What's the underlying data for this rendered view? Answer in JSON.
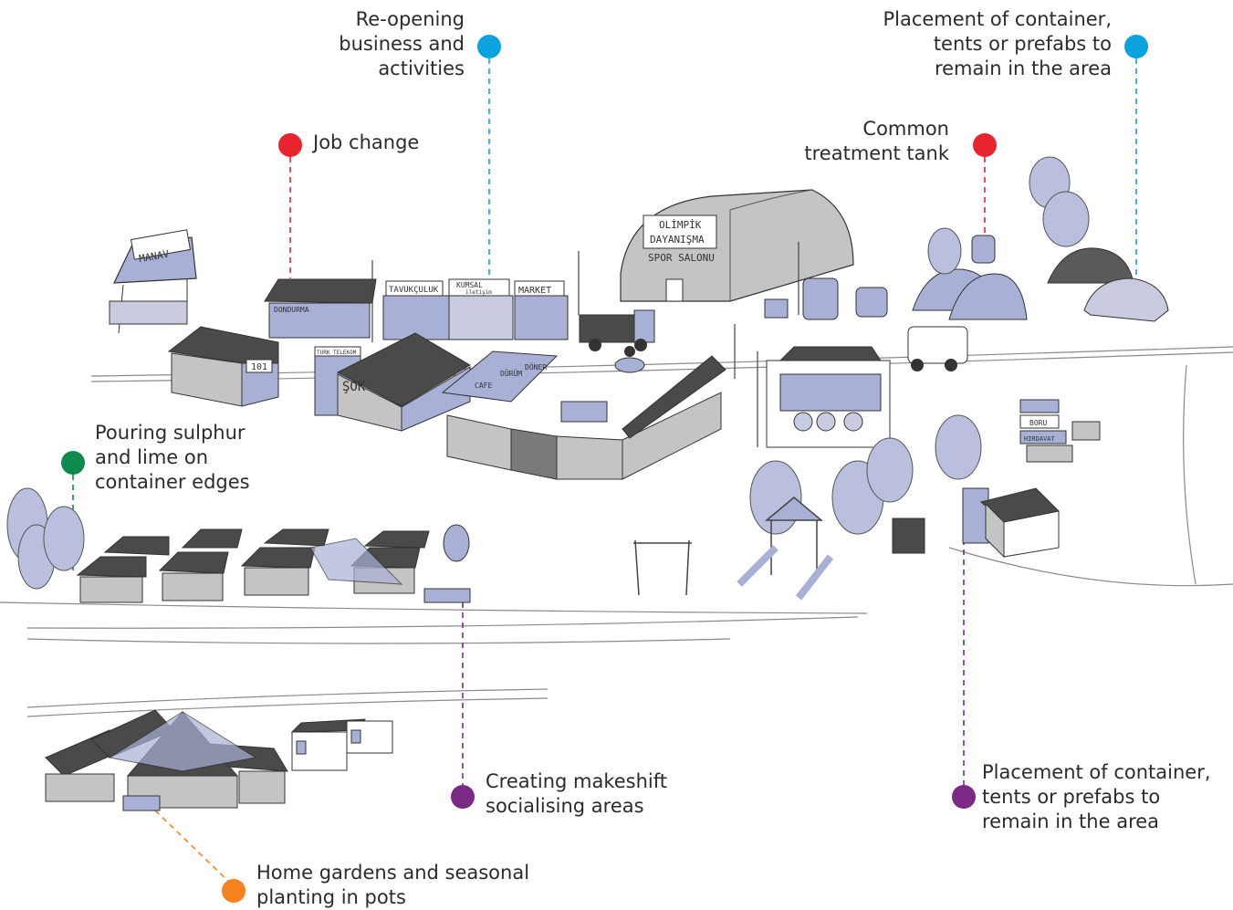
{
  "colors": {
    "red": "#e8242f",
    "blue": "#0aa3e0",
    "green": "#0f8a4e",
    "purple": "#7a2a84",
    "orange": "#f5821f",
    "building_fill": "#a9b0d6",
    "roof_dark": "#4a4a4a",
    "tree_fill": "#b9bfdd"
  },
  "annotations": {
    "reopening": {
      "text": "Re-opening\nbusiness and\nactivities",
      "color": "blue"
    },
    "job_change": {
      "text": "Job change",
      "color": "red"
    },
    "treatment_tank": {
      "text": "Common\ntreatment tank",
      "color": "red"
    },
    "placement_top": {
      "text": "Placement of container,\ntents or prefabs to\nremain in the area",
      "color": "blue"
    },
    "sulphur": {
      "text": "Pouring sulphur\nand lime on\ncontainer edges",
      "color": "green"
    },
    "socialising": {
      "text": "Creating makeshift\nsocialising areas",
      "color": "purple"
    },
    "placement_bottom": {
      "text": "Placement of container,\ntents or prefabs to\nremain in the area",
      "color": "purple"
    },
    "gardens": {
      "text": "Home gardens and seasonal\nplanting in pots",
      "color": "orange"
    }
  },
  "signs": {
    "manav": "MANAV",
    "tavukculuk": "TAVUKÇULUK",
    "kumsal": "KUMSAL",
    "kumsal_sub": "ileti̇şim",
    "market": "MARKET",
    "dondurma": "DONDURMA",
    "sok": "ŞOK",
    "turk_telekom": "TURK TELEKOM",
    "store_101": "101",
    "olimpik": "OLİMPİK",
    "dayanisma": "DAYANIŞMA",
    "spor_salonu": "SPOR SALONU",
    "cafe": "CAFE",
    "durum": "DÜRÜM",
    "doner": "DÖNER",
    "boru": "BORU",
    "hirdavat": "HIRDAVAT"
  }
}
